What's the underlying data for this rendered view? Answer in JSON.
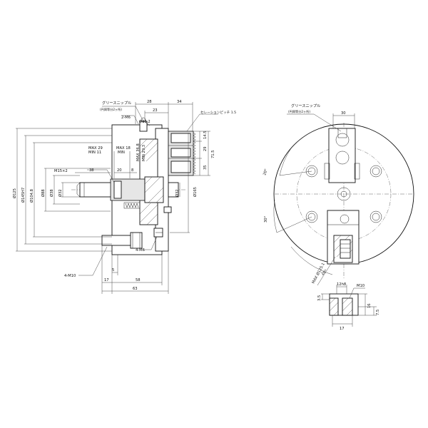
{
  "side_view": {
    "labels": {
      "grease_nipple": "グリースニップル",
      "grease_nipple_note": "(円周等分2ヶ所)",
      "tap_2m6": "2-M6",
      "d15_2": "Ø15.2",
      "serration": "セレーションピッチ 1.5",
      "max29": "MAX 29",
      "min11": "MIN 11",
      "max18": "MAX 18",
      "min": "MIN",
      "max36_8": "MAX 36.8",
      "min29_3": "MIN 29.3",
      "m15x2": "M15×2",
      "tap_4m6": "4-M6",
      "tap_4m10": "4-M10"
    },
    "dims": {
      "d28": "28",
      "d34": "34",
      "d23": "23",
      "d14_5": "14.5",
      "d29": "29",
      "d71_5": "71.5",
      "d35": "35",
      "d38": "38",
      "d20": "20",
      "d8": "8",
      "d125": "Ø125",
      "d145h7": "Ø145H7",
      "d104_8": "Ø104.8",
      "d88": "Ø88",
      "d38b": "Ø38",
      "d32": "Ø32",
      "d32r": "Ø32",
      "d165": "Ø165",
      "d5": "5",
      "d17": "17",
      "d58": "58",
      "d63": "63"
    }
  },
  "front_view": {
    "labels": {
      "grease_nipple": "グリースニップル",
      "grease_nipple_note": "(円周等分2ヶ所)",
      "d30": "30",
      "ang20a": "20°",
      "ang30": "30°",
      "ang20b": "20°",
      "max_d125": "MAX Ø125.1"
    }
  },
  "jaw_detail": {
    "labels": {
      "d12h8": "12h8",
      "m10": "M10",
      "d3_5": "3.5",
      "d16": "16",
      "d7_5": "7.5",
      "d17": "17"
    }
  }
}
